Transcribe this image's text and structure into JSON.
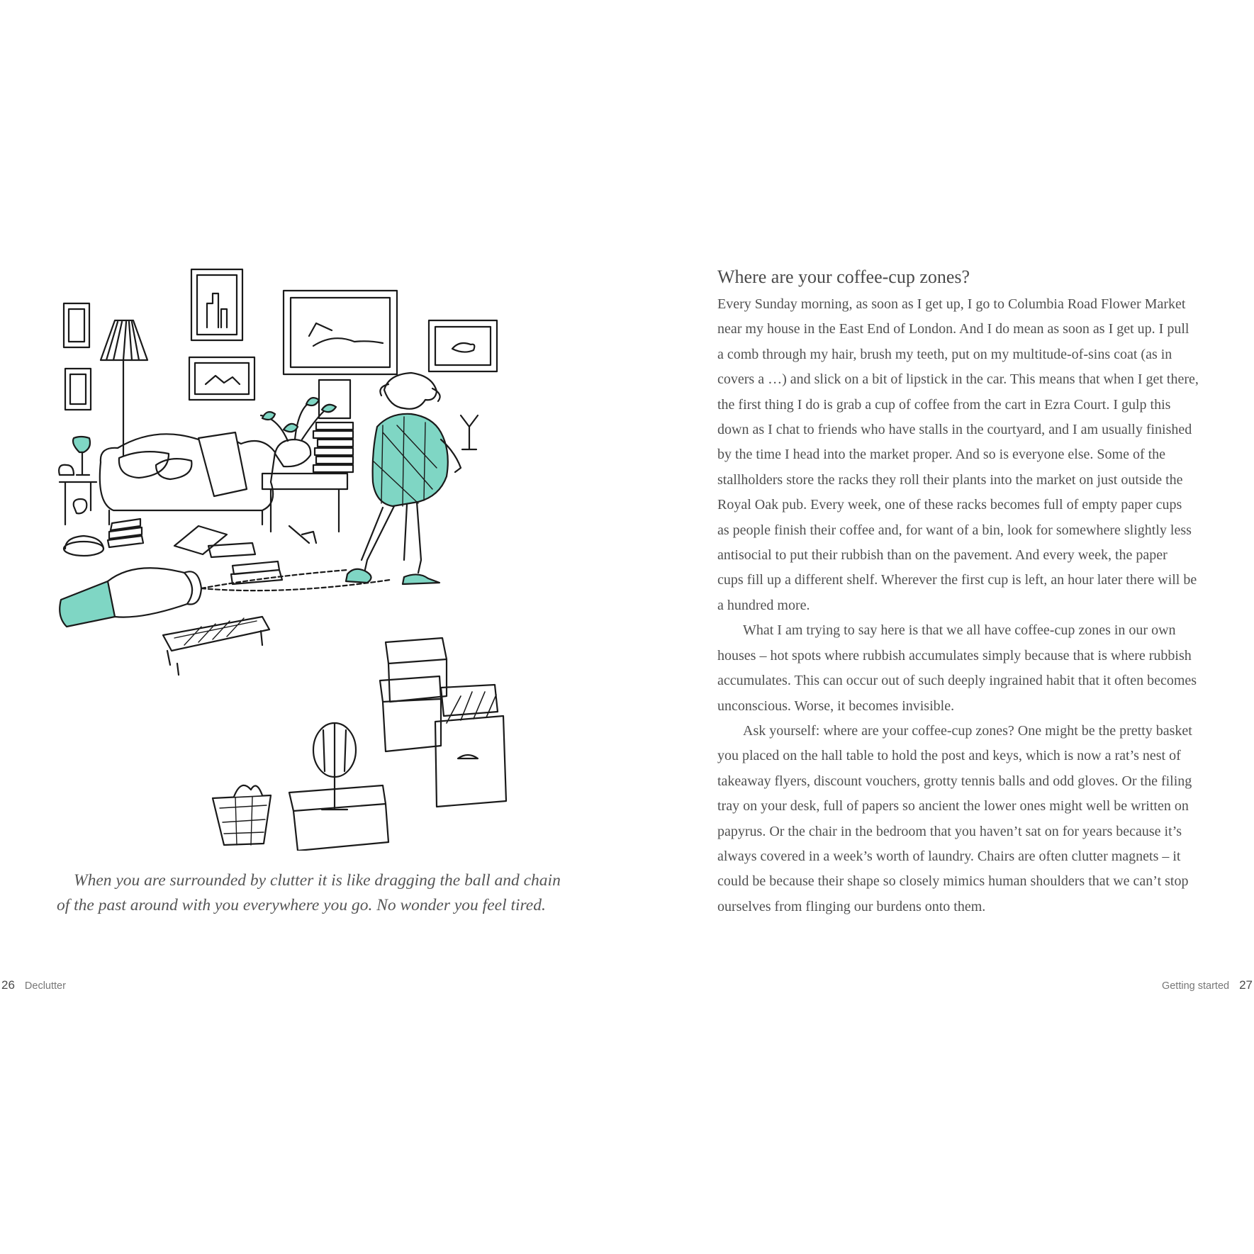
{
  "left_page": {
    "caption_lines": [
      "When you are surrounded by clutter it is like dragging the ball and chain",
      "of the past around with you everywhere you go. No wonder you feel tired."
    ],
    "page_number": "26",
    "running_head": "Declutter"
  },
  "right_page": {
    "heading": "Where are your coffee-cup zones?",
    "body_lines": [
      "Every Sunday morning, as soon as I get up, I go to Columbia Road Flower Market",
      "near my house in the East End of London. And I do mean as soon as I get up. I pull",
      "a comb through my hair, brush my teeth, put on my multitude-of-sins coat (as in",
      "covers a …) and slick on a bit of lipstick in the car. This means that when I get there,",
      "the first thing I do is grab a cup of coffee from the cart in Ezra Court. I gulp this",
      "down as I chat to friends who have stalls in the courtyard, and I am usually finished",
      "by the time I head into the market proper. And so is everyone else. Some of the",
      "stallholders store the racks they roll their plants into the market on just outside the",
      "Royal Oak pub. Every week, one of these racks becomes full of empty paper cups",
      "as people finish their coffee and, for want of a bin, look for somewhere slightly less",
      "antisocial to put their rubbish than on the pavement. And every week, the paper",
      "cups fill up a different shelf. Wherever the first cup is left, an hour later there will be",
      "a hundred more.",
      "What I am trying to say here is that we all have coffee-cup zones in our own",
      "houses – hot spots where rubbish accumulates simply because that is where rubbish",
      "accumulates. This can occur out of such deeply ingrained habit that it often becomes",
      "unconscious. Worse, it becomes invisible.",
      "Ask yourself: where are your coffee-cup zones? One might be the pretty basket",
      "you placed on the hall table to hold the post and keys, which is now a rat’s nest of",
      "takeaway flyers, discount vouchers, grotty tennis balls and odd gloves. Or the filing",
      "tray on your desk, full of papers so ancient the lower ones might well be written on",
      "papyrus. Or the chair in the bedroom that you haven’t sat on for years because it’s",
      "always covered in a week’s worth of laundry. Chairs are often clutter magnets – it",
      "could be because their shape so closely mimics human shoulders that we can’t stop",
      "ourselves from flinging our burdens onto them."
    ],
    "running_head": "Getting started",
    "page_number": "27"
  },
  "colors": {
    "accent_teal": "#7fd6c4",
    "ink": "#1a1a1a",
    "text": "#505050"
  }
}
